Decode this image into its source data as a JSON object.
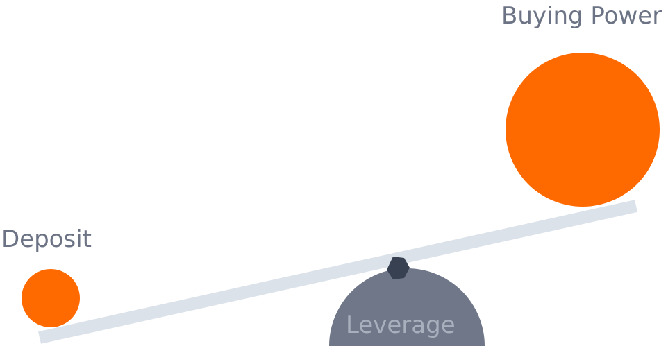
{
  "diagram": {
    "labels": {
      "deposit": "Deposit",
      "buying_power": "Buying Power",
      "leverage": "Leverage"
    },
    "colors": {
      "ball": "#ff6a00",
      "beam": "#dbe2ea",
      "fulcrum": "#6f7789",
      "pivot": "#374151",
      "label_text": "#6b7385",
      "leverage_text": "#a9b0bd"
    }
  }
}
